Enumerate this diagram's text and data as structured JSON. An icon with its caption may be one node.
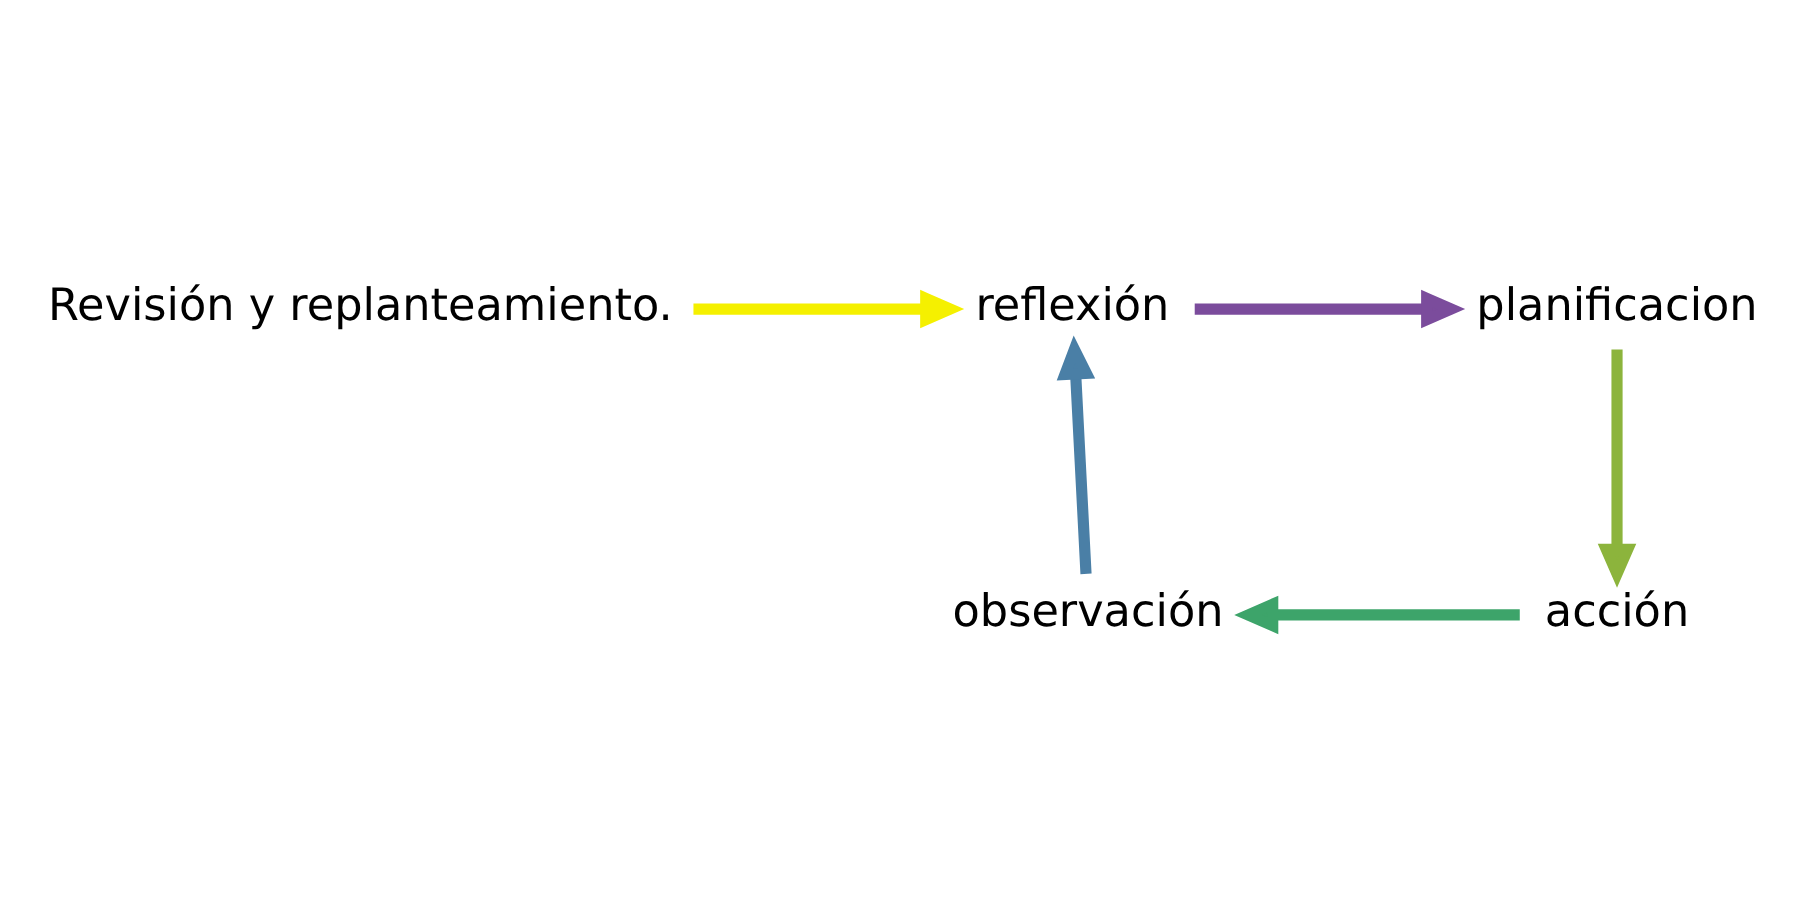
{
  "diagram": {
    "nodes": [
      {
        "text": [
          "reflexión"
        ]
      },
      {
        "text": [
          "planificacion"
        ]
      },
      {
        "text": [
          "acción"
        ]
      },
      {
        "text": [
          "observación"
        ]
      },
      {
        "text": [
          "Revisión y replanteamiento."
        ]
      }
    ],
    "edges": [
      {
        "from": 0,
        "to": 1,
        "arrow": "to",
        "color": "#7b4c9c"
      },
      {
        "from": 1,
        "to": 2,
        "arrow": "to",
        "color": "#8cb43c"
      },
      {
        "from": 2,
        "to": 3,
        "arrow": "to",
        "color": "#3da46a"
      },
      {
        "from": 3,
        "to": 0,
        "arrow": "to",
        "color": "#4a7fa6"
      },
      {
        "from": 4,
        "to": 0,
        "arrow": "to",
        "color": "#f5f000"
      }
    ]
  }
}
